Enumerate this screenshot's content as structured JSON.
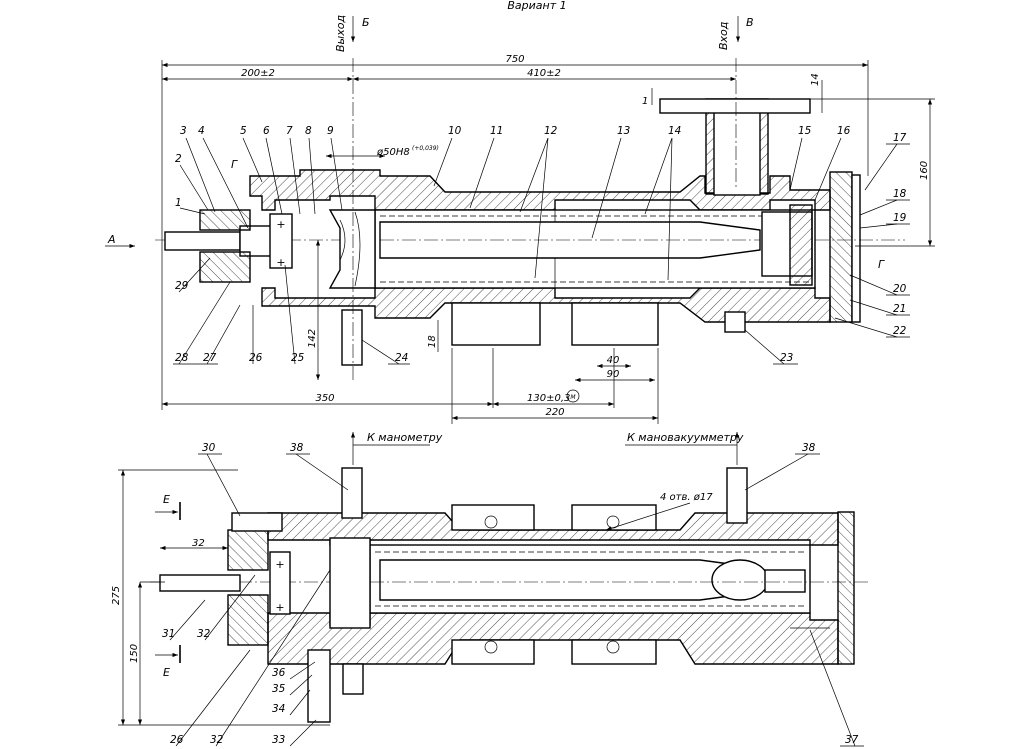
{
  "variant": "Вариант 1",
  "flows": {
    "outlet": "Выход",
    "outlet_letter": "Б",
    "inlet": "Вход",
    "inlet_letter": "В",
    "to_manometer": "К манометру",
    "to_vacuum_gauge": "К мановакуумметру"
  },
  "view_letters": {
    "a": "А",
    "g_top": "Г",
    "g_right": "Г",
    "e_top": "Е",
    "e_bottom": "Е"
  },
  "dimensions": {
    "d750": "750",
    "d200": "200±2",
    "d410": "410±2",
    "d14": "14",
    "d1": "1",
    "d160": "160",
    "fit": "ø50H8",
    "fit_tol": "(+0,039)",
    "d142": "142",
    "d18": "18",
    "d40": "40",
    "d90": "90",
    "d350": "350",
    "d130": "130±0,3",
    "d130_mark": "M",
    "d220": "220",
    "d275": "275",
    "d150": "150",
    "d32": "32",
    "holes": "4 отв. ø17"
  },
  "callouts_top": [
    "1",
    "2",
    "3",
    "4",
    "5",
    "6",
    "7",
    "8",
    "9",
    "10",
    "11",
    "12",
    "13",
    "14",
    "15",
    "16",
    "17",
    "18",
    "19",
    "20",
    "21",
    "22",
    "23",
    "24",
    "25",
    "26",
    "27",
    "28",
    "29"
  ],
  "callouts_bottom": [
    "30",
    "38",
    "38",
    "31",
    "32",
    "26",
    "32",
    "33",
    "34",
    "35",
    "36",
    "37"
  ]
}
